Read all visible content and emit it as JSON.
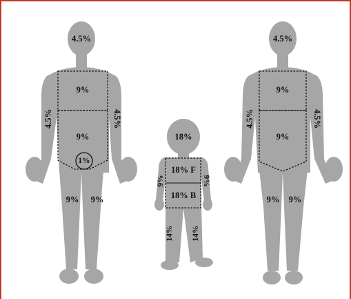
{
  "frame": {
    "border_color": "#c0392b"
  },
  "colors": {
    "silhouette": "#a6a6a6",
    "text": "#111111",
    "outline": "#111111"
  },
  "adult_front": {
    "head": "4.5%",
    "chest": "9%",
    "abdomen": "9%",
    "genitals": "1%",
    "left_arm": "4.5%",
    "right_arm": "4.5%",
    "left_leg": "9%",
    "right_leg": "9%"
  },
  "child": {
    "head": "18%",
    "trunk_front": "18% F",
    "trunk_back": "18% B",
    "left_arm": "9%",
    "right_arm": "9%",
    "left_leg": "14%",
    "right_leg": "14%"
  },
  "adult_back": {
    "head": "4.5%",
    "upper_back": "9%",
    "lower_back": "9%",
    "left_arm": "4.5%",
    "right_arm": "4.5%",
    "left_leg": "9%",
    "right_leg": "9%"
  }
}
